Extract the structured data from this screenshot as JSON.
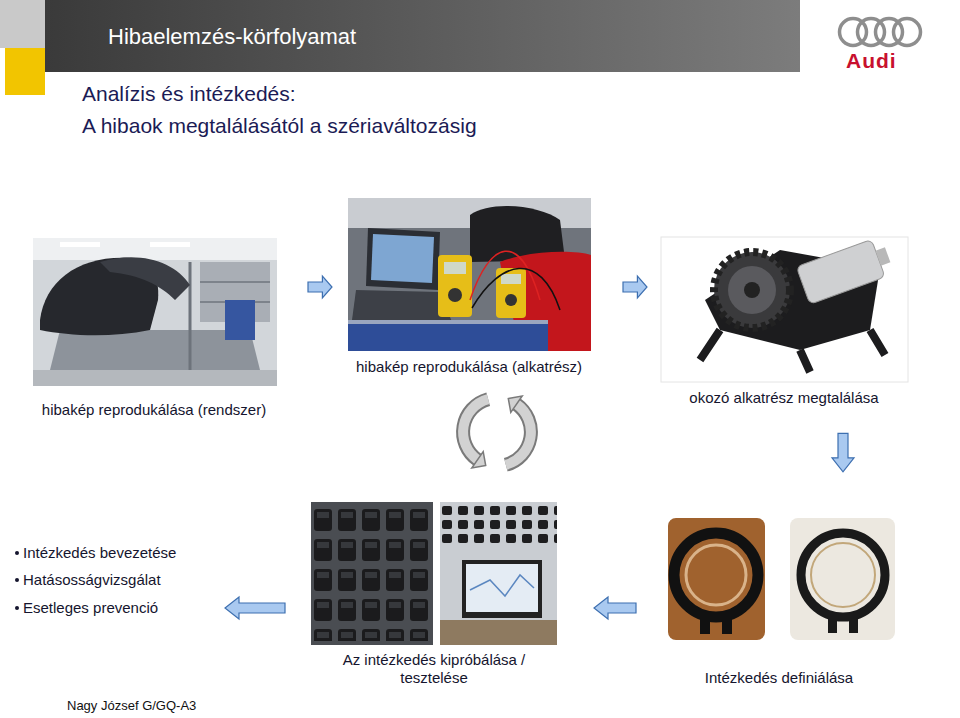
{
  "diagram": {
    "title": "Hibaelemzés-körfolyamat",
    "nodes": [
      {
        "text": [
          "hibakép reprodukálása (rendszer)"
        ]
      },
      {
        "text": [
          "hibakép reprodukálása (alkatrész)"
        ]
      },
      {
        "text": [
          "okozó alkatrész megtalálása"
        ]
      },
      {
        "text": [
          "Intézkedés definiálása"
        ]
      },
      {
        "text": [
          "Az intézkedés kipróbálása / tesztelése"
        ]
      },
      {
        "text": [
          "Intézkedés bevezetése",
          "Hatásosságvizsgálat",
          "Esetleges prevenció"
        ]
      }
    ],
    "edges": [
      {
        "from": 0,
        "to": 1,
        "arrow": "to"
      },
      {
        "from": 1,
        "to": 2,
        "arrow": "to"
      },
      {
        "from": 2,
        "to": 3,
        "arrow": "to"
      },
      {
        "from": 3,
        "to": 4,
        "arrow": "to"
      },
      {
        "from": 4,
        "to": 5,
        "arrow": "to"
      }
    ],
    "labels": [
      "Analízis és intézkedés:",
      "A hibaok megtalálásától a szériaváltozásig",
      "Audi",
      "Nagy József G/GQ-A3"
    ]
  }
}
